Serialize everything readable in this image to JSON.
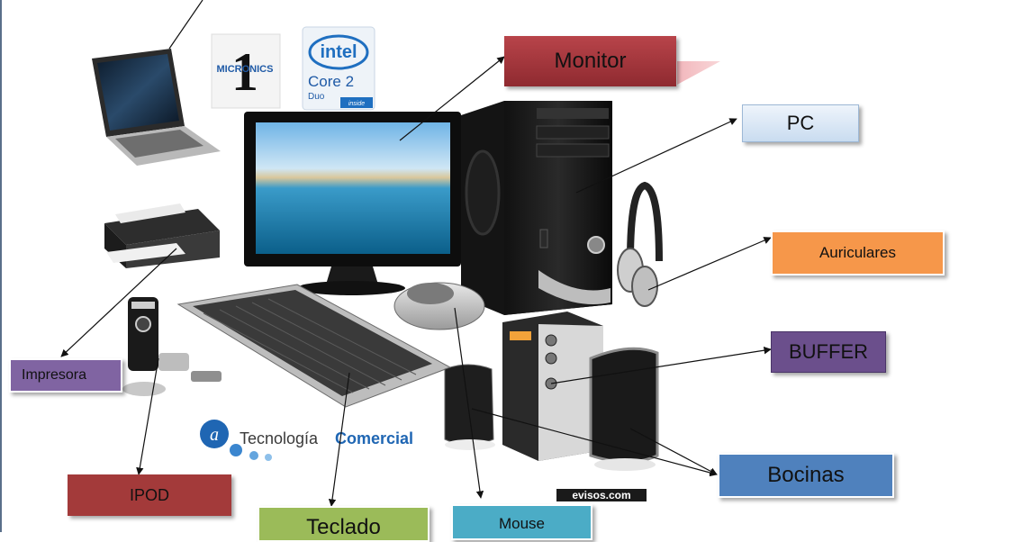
{
  "labels": {
    "monitor": "Monitor",
    "pc": "PC",
    "auriculares": "Auriculares",
    "buffer": "BUFFER",
    "bocinas": "Bocinas",
    "impresora": "Impresora",
    "ipod": "IPOD",
    "teclado": "Teclado",
    "mouse": "Mouse"
  },
  "logos": {
    "micronics_number": "1",
    "micronics_name": "MICRONICS",
    "intel_brand": "intel",
    "intel_product": "Core 2",
    "intel_sub": "Duo",
    "intel_inside": "inside",
    "tecnologia_a": "Tecnología",
    "tecnologia_b": "Comercial",
    "watermark": "evisos.com"
  },
  "colors": {
    "monitor": "#a8343a",
    "pc": "#dce8f5",
    "auriculares": "#f6974a",
    "buffer": "#6b4f8c",
    "bocinas": "#4f81bd",
    "impresora": "#8064a2",
    "ipod": "#a33a3a",
    "teclado": "#9bbb59",
    "mouse": "#4bacc6"
  }
}
